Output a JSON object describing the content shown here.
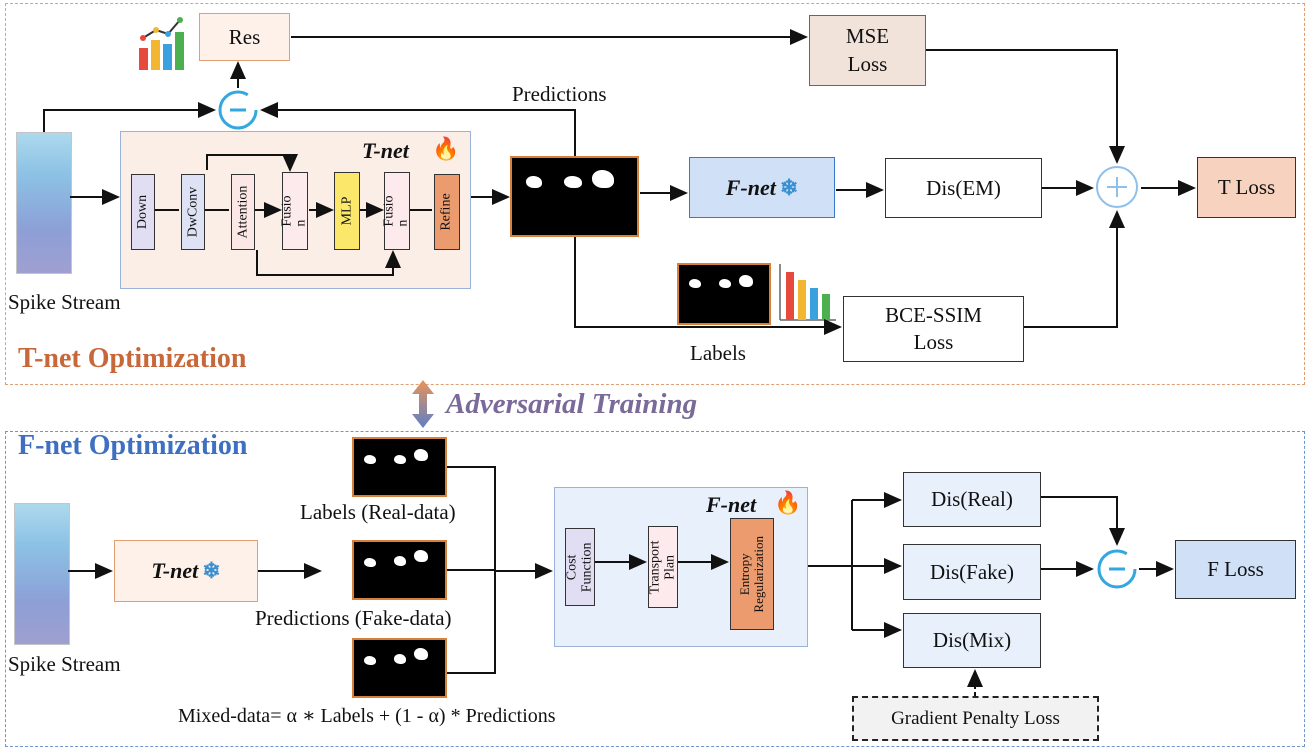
{
  "top": {
    "section_title": "T-net Optimization",
    "res_label": "Res",
    "mse_label": "MSE\nLoss",
    "predictions_label": "Predictions",
    "tnet_title": "T-net",
    "tnet_blocks": [
      "Down",
      "DwConv",
      "Attention",
      "Fusio\nn",
      "MLP",
      "Fusio\nn",
      "Refine"
    ],
    "fnet_label": "F-net",
    "dis_em_label": "Dis(EM)",
    "t_loss_label": "T Loss",
    "bce_label": "BCE-SSIM\nLoss",
    "labels_label": "Labels",
    "spike_stream_label": "Spike Stream"
  },
  "middle": {
    "adversarial_label": "Adversarial Training"
  },
  "bottom": {
    "section_title": "F-net Optimization",
    "spike_stream_label": "Spike Stream",
    "tnet_label": "T-net",
    "labels_real_label": "Labels (Real-data)",
    "predictions_fake_label": "Predictions (Fake-data)",
    "mixed_label": "Mixed-data= α ∗ Labels + (1 - α) * Predictions",
    "fnet_title": "F-net",
    "fnet_blocks": [
      "Cost\nFunction",
      "Transport\nPlan",
      "Entropy\nRegularization"
    ],
    "dis_real_label": "Dis(Real)",
    "dis_fake_label": "Dis(Fake)",
    "dis_mix_label": "Dis(Mix)",
    "f_loss_label": "F Loss",
    "gp_label": "Gradient Penalty Loss"
  },
  "colors": {
    "top_panel_border": "#e0a074",
    "bottom_panel_border": "#6f95cf",
    "top_title": "#c8683a",
    "bottom_title": "#3f6fc0",
    "adversarial_text": "#7a6a9a",
    "orange_fill": "#f7d3bf",
    "blue_fill": "#cfe0f7",
    "mask_border": "#d8803a",
    "circle_blue": "#33a7e0"
  },
  "icons": [
    "chart-icon",
    "fire-icon",
    "snowflake-icon",
    "minus-circle-icon",
    "plus-circle-icon",
    "double-arrow-icon"
  ]
}
